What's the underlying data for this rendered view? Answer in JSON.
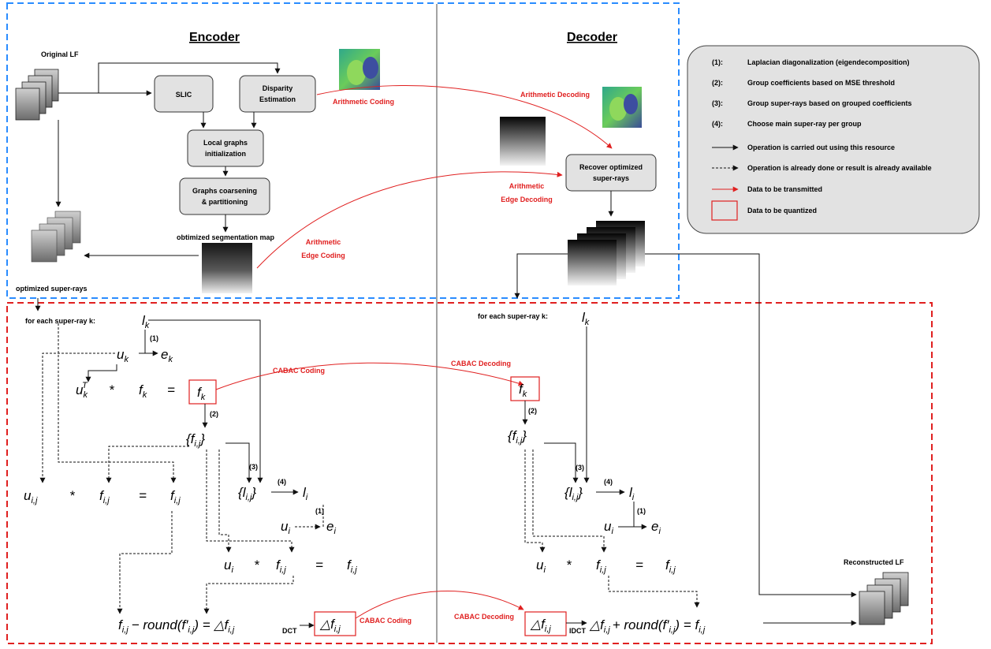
{
  "encoder": {
    "title": "Encoder",
    "original_lf": "Original LF",
    "slic": "SLIC",
    "disparity": [
      "Disparity",
      "Estimation"
    ],
    "local_graphs": [
      "Local graphs",
      "initialization"
    ],
    "coarsening": [
      "Graphs coarsening",
      "& partitioning"
    ],
    "seg_map": "obtimized segmentation map",
    "super_rays": "optimized super-rays",
    "arith_coding": "Arithmetic Coding",
    "arith_edge_coding": [
      "Arithmetic",
      "Edge Coding"
    ]
  },
  "decoder": {
    "title": "Decoder",
    "arith_decoding": "Arithmetic Decoding",
    "arith_edge_decoding": [
      "Arithmetic",
      "Edge Decoding"
    ],
    "recover": [
      "Recover optimized",
      "super-rays"
    ],
    "reconstructed_lf": "Reconstructed LF"
  },
  "legend": {
    "steps": [
      {
        "num": "(1):",
        "text": "Laplacian diagonalization (eigendecomposition)"
      },
      {
        "num": "(2):",
        "text": "Group coefficients based on MSE threshold"
      },
      {
        "num": "(3):",
        "text": "Group super-rays based on grouped coefficients"
      },
      {
        "num": "(4):",
        "text": "Choose main super-ray per group"
      }
    ],
    "solid_arrow": "Operation is carried out using this resource",
    "dashed_arrow": "Operation is already done or result is already available",
    "red_arrow": "Data to be transmitted",
    "red_box": "Data to be quantized"
  },
  "lower": {
    "for_each_left": "for each super-ray k:",
    "for_each_right": "for each super-ray k:",
    "cabac_coding": "CABAC Coding",
    "cabac_decoding": "CABAC Decoding",
    "cabac_coding_bottom": "CABAC Coding",
    "cabac_decoding_bottom": "CABAC Decoding",
    "dct": "DCT",
    "idct": "IDCT",
    "step1": "(1)",
    "step2": "(2)",
    "step3": "(3)",
    "step4": "(4)",
    "m_lk": "l",
    "m_uk": "u",
    "m_ek": "e",
    "m_f": "f",
    "m_star": "*",
    "m_eq": "=",
    "m_ukT": "u",
    "m_group_open": "{",
    "m_group_close": "}",
    "m_li": "l",
    "m_ui": "u",
    "m_ei": "e",
    "m_round_eq": "− round(f′",
    "m_delta": "△f",
    "m_plus_round": "+ round(f′"
  },
  "colors": {
    "encoder_border": "#2a8cff",
    "transmit": "#e02020",
    "box_fill": "#e2e2e2"
  }
}
